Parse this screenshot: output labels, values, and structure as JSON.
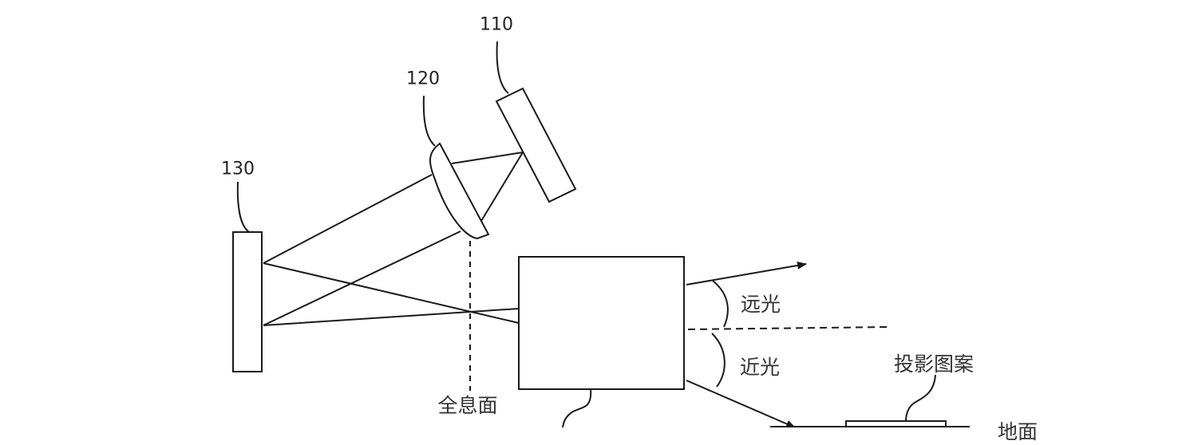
{
  "labels": {
    "ref_110": "110",
    "ref_120": "120",
    "ref_130": "130",
    "hologram_plane": "全息面",
    "high_beam": "远光",
    "low_beam": "近光",
    "projection_pattern": "投影图案",
    "ground": "地面"
  },
  "colors": {
    "line": "#1a1a1a",
    "background": "#ffffff"
  }
}
